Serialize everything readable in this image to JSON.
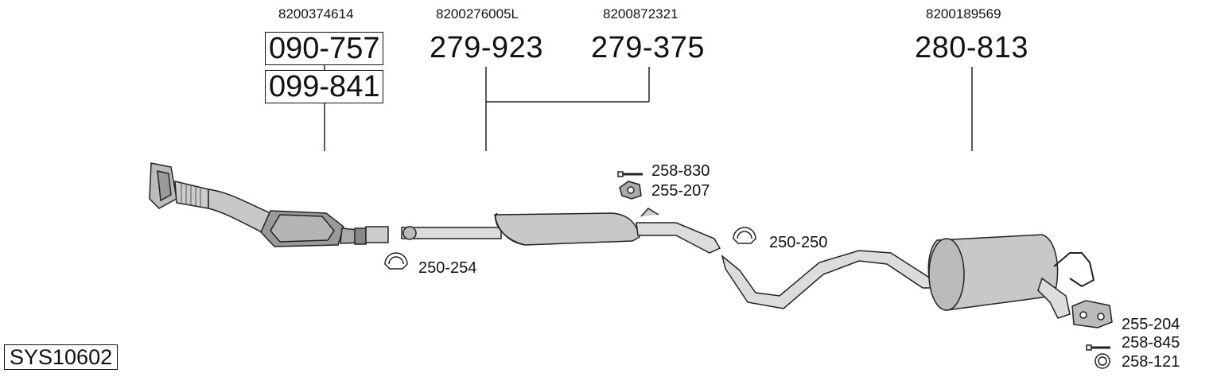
{
  "system_code": "SYS10602",
  "parts": {
    "catalyst": {
      "oe_number": "8200374614",
      "part_numbers": [
        "090-757",
        "099-841"
      ]
    },
    "front_pipe": {
      "oe_number": "8200276005L",
      "part_number": "279-923"
    },
    "middle_silencer": {
      "oe_number": "8200872321",
      "part_number": "279-375"
    },
    "rear_silencer": {
      "oe_number": "8200189569",
      "part_number": "280-813"
    }
  },
  "accessories": {
    "clamp_front": "250-254",
    "bolt_middle": "258-830",
    "mount_middle": "255-207",
    "clamp_middle": "250-250",
    "mount_rear": "255-204",
    "bolt_rear": "258-845",
    "ring_rear": "258-121"
  }
}
